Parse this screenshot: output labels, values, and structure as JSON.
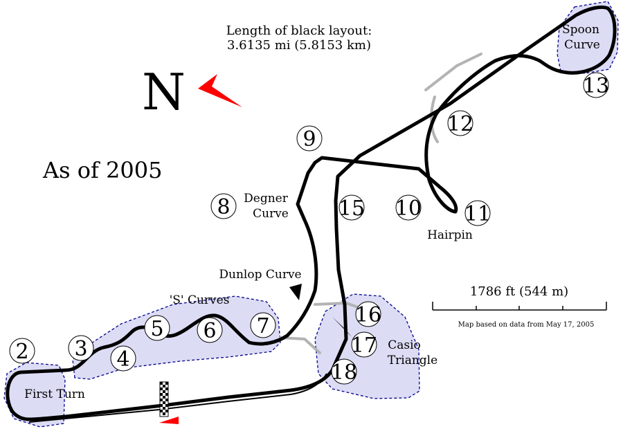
{
  "header": {
    "length_line1": "Length of black layout:",
    "length_line2": "3.6135 mi (5.8153 km)"
  },
  "compass": {
    "letter": "N"
  },
  "year_label": "As of 2005",
  "scale": {
    "label": "1786 ft (544 m)",
    "note": "Map based on data from May 17, 2005"
  },
  "areas": {
    "first_turn": "First Turn",
    "s_curves": "'S' Curves",
    "degner_1": "Degner",
    "degner_2": "Curve",
    "dunlop": "Dunlop Curve",
    "hairpin": "Hairpin",
    "spoon_1": "Spoon",
    "spoon_2": "Curve",
    "casio_1": "Casio",
    "casio_2": "Triangle"
  },
  "turns": [
    "2",
    "3",
    "4",
    "5",
    "6",
    "7",
    "8",
    "9",
    "10",
    "11",
    "12",
    "13",
    "15",
    "16",
    "17",
    "18"
  ],
  "colors": {
    "track": "#000000",
    "old_layout": "#b3b3b3",
    "zone_fill": "#dcdcf5",
    "zone_stroke": "#00008b",
    "north_arrow": "#ff0000"
  }
}
